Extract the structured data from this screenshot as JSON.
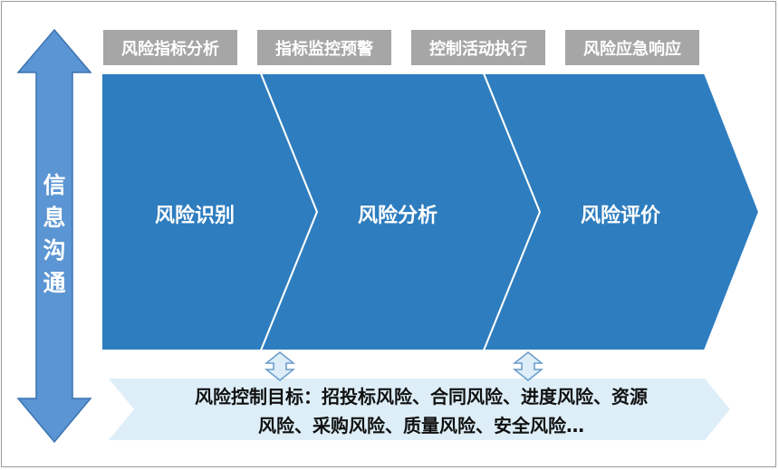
{
  "tabs": [
    "风险指标分析",
    "指标监控预警",
    "控制活动执行",
    "风险应急响应"
  ],
  "stages": [
    "风险识别",
    "风险分析",
    "风险评价"
  ],
  "side_arrow": {
    "label": [
      "信",
      "息",
      "沟",
      "通"
    ]
  },
  "goal": {
    "line1": "风险控制目标：招投标风险、合同风险、进度风险、资源",
    "line2": "风险、采购风险、质量风险、安全风险…"
  },
  "colors": {
    "chevron_fill": "#2e7dbf",
    "chevron_border": "#ffffff",
    "tab_fill": "#a6a6a6",
    "side_arrow_fill": "#5b95d3",
    "side_arrow_stroke": "#3b73b0",
    "goal_band_fill": "#ddeef8",
    "connector_fill": "#ddeef8",
    "connector_stroke": "#6a9cc8"
  }
}
